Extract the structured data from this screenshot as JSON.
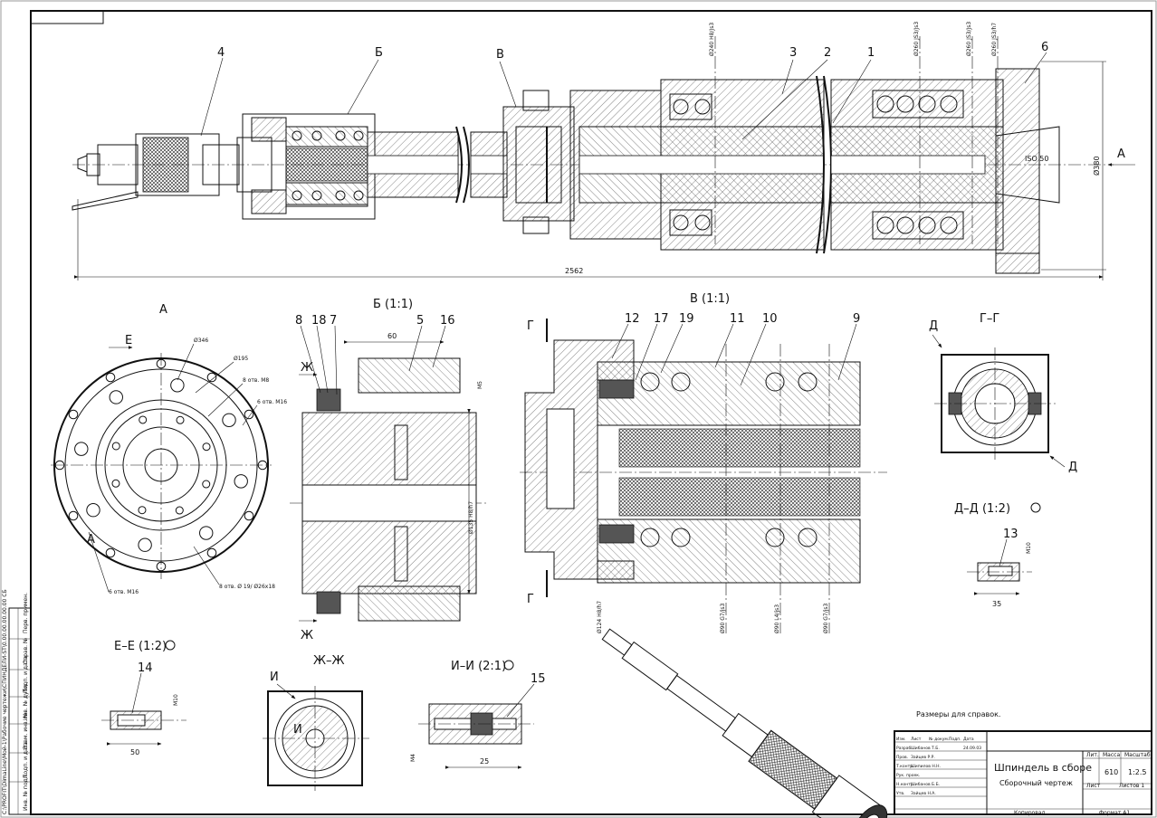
{
  "drawing": {
    "frame_stamp": "C:\\PROFIT\\DimaLine\\Мой-1\\Рабочие чертежи\\СПИНДЕЛИ-ST\\0.00.00.00.00.00 СБ",
    "views": {
      "a": "А",
      "b": "Б (1:1)",
      "v": "В (1:1)",
      "g": "Г–Г",
      "d": "Д–Д (1:2)",
      "e": "Е–Е (1:2)",
      "zh": "Ж–Ж",
      "i": "И–И (2:1)"
    },
    "view_markers": {
      "a_arrow": "А",
      "b_top": "Б",
      "v_top": "В",
      "g": "Г",
      "d": "Д",
      "e": "Е",
      "zh": "Ж",
      "i": "И"
    },
    "balloons": [
      "1",
      "2",
      "3",
      "4",
      "5",
      "6",
      "7",
      "8",
      "9",
      "10",
      "11",
      "12",
      "13",
      "14",
      "15",
      "16",
      "17",
      "18",
      "19"
    ],
    "dimensions": {
      "overall_length": "2562",
      "d380": "Ø380",
      "iso": "ISO 50",
      "d240": "Ø240 H8/Js3",
      "d260a": "Ø260 JS3/Js3",
      "d260b": "Ø260 JS3/Js3",
      "d260c": "Ø260 JS3/h7",
      "b_60": "60",
      "b_m5": "M5",
      "b_d135": "Ø135 H8/h7",
      "v_d124": "Ø124 H8/h7",
      "v_d90a": "Ø90 G7/js3",
      "v_d90b": "Ø90 L4/js3",
      "v_d90c": "Ø90 G7/js3",
      "a_d346": "Ø346",
      "a_d195": "Ø195",
      "a_8m8": "8 отв. M8",
      "a_6m16": "6 отв. M16",
      "a_6m16b": "6 отв. M16",
      "a_8d19": "8 отв. Ø 19/ Ø26x18",
      "d_m10": "M10",
      "d_35": "35",
      "e_m10": "M10",
      "e_50": "50",
      "i_25": "25",
      "i_m4": "M4"
    },
    "note": "Размеры для справок."
  },
  "title_block": {
    "title": "Шпиндель в сборе",
    "subtitle": "Сборочный чертеж",
    "headers": {
      "lit": "Лит.",
      "mass": "Масса",
      "scale": "Масштаб"
    },
    "mass": "610",
    "scale": "1:2.5",
    "sheet": "Лист",
    "sheets": "Листов 1",
    "rows": [
      {
        "role": "Изм.",
        "name": "Лист",
        "doc": "№ докум.",
        "sign": "Подп.",
        "date": "Дата"
      },
      {
        "role": "Разраб.",
        "name": "Шибанов Т.Б.",
        "doc": "",
        "sign": "",
        "date": "24.09.03"
      },
      {
        "role": "Пров.",
        "name": "Зайцев Р.Р.",
        "doc": "",
        "sign": "",
        "date": ""
      },
      {
        "role": "Т.контр.",
        "name": "Шипилов Н.Н.",
        "doc": "",
        "sign": "",
        "date": ""
      },
      {
        "role": "Рук. проек.",
        "name": "",
        "doc": "",
        "sign": "",
        "date": ""
      },
      {
        "role": "Н.контр.",
        "name": "Шибанов Б.Б.",
        "doc": "",
        "sign": "",
        "date": ""
      },
      {
        "role": "Утв.",
        "name": "Зайцев Н.А.",
        "doc": "",
        "sign": "",
        "date": ""
      }
    ],
    "copied": "Копировал",
    "format": "Формат A1"
  },
  "side_stamp": {
    "cells": [
      "Перв. примен.",
      "Справ. №",
      "Подп. и дата",
      "Инв. № дубл.",
      "Взам. инв. №",
      "Подп. и дата",
      "Инв. № подл."
    ]
  }
}
